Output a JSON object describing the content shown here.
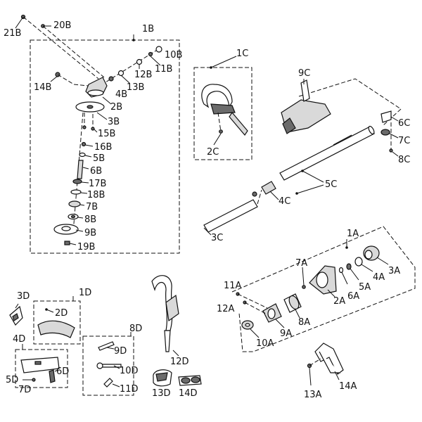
{
  "labels": {
    "l21B": "21B",
    "l20B": "20B",
    "l1B": "1B",
    "l10B": "10B",
    "l11B": "11B",
    "l12B": "12B",
    "l13B": "13B",
    "l14B": "14B",
    "l4B": "4B",
    "l2B": "2B",
    "l3B": "3B",
    "l15B": "15B",
    "l16B": "16B",
    "l5B": "5B",
    "l6B": "6B",
    "l17B": "17B",
    "l18B": "18B",
    "l7B": "7B",
    "l8B": "8B",
    "l9B": "9B",
    "l19B": "19B",
    "l1C": "1C",
    "l2C": "2C",
    "l9C": "9C",
    "l6C": "6C",
    "l7C": "7C",
    "l8C": "8C",
    "l5C": "5C",
    "l4C": "4C",
    "l3C": "3C",
    "l1A": "1A",
    "l3A": "3A",
    "l4A": "4A",
    "l5A": "5A",
    "l6A": "6A",
    "l7A": "7A",
    "l2A": "2A",
    "l8A": "8A",
    "l9A": "9A",
    "l10A": "10A",
    "l11A": "11A",
    "l12A": "12A",
    "l13A": "13A",
    "l14A": "14A",
    "l1D": "1D",
    "l2D": "2D",
    "l3D": "3D",
    "l4D": "4D",
    "l5D": "5D",
    "l6D": "6D",
    "l7D": "7D",
    "l8D": "8D",
    "l9D": "9D",
    "l10D": "10D",
    "l11D": "11D",
    "l12D": "12D",
    "l13D": "13D",
    "l14D": "14D"
  }
}
